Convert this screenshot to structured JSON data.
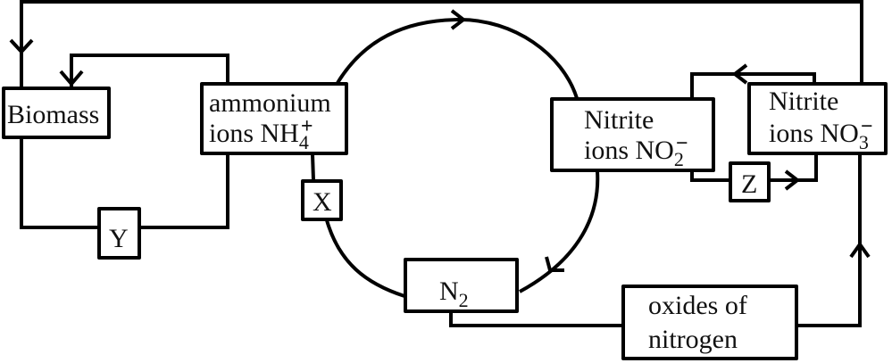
{
  "diagram": {
    "title": "Nitrogen cycle",
    "nodes": {
      "biomass": "Biomass",
      "ammonium_line1": "ammonium",
      "ammonium_line2": "ions NH",
      "ammonium_sub": "4",
      "ammonium_charge": "+",
      "nitrite_line1": "Nitrite",
      "nitrite_line2": "ions NO",
      "nitrite_sub": "2",
      "nitrite_charge": "−",
      "nitrate_line1": "Nitrite",
      "nitrate_line2": "ions NO",
      "nitrate_sub": "3",
      "nitrate_charge": "−",
      "n2": "N",
      "n2_sub": "2",
      "oxides_line1": "oxides of",
      "oxides_line2": "nitrogen"
    },
    "process_labels": {
      "x": "X",
      "y": "Y",
      "z": "Z"
    },
    "colors": {
      "stroke": "#000000",
      "text": "#111111",
      "background": "#ffffff"
    }
  }
}
